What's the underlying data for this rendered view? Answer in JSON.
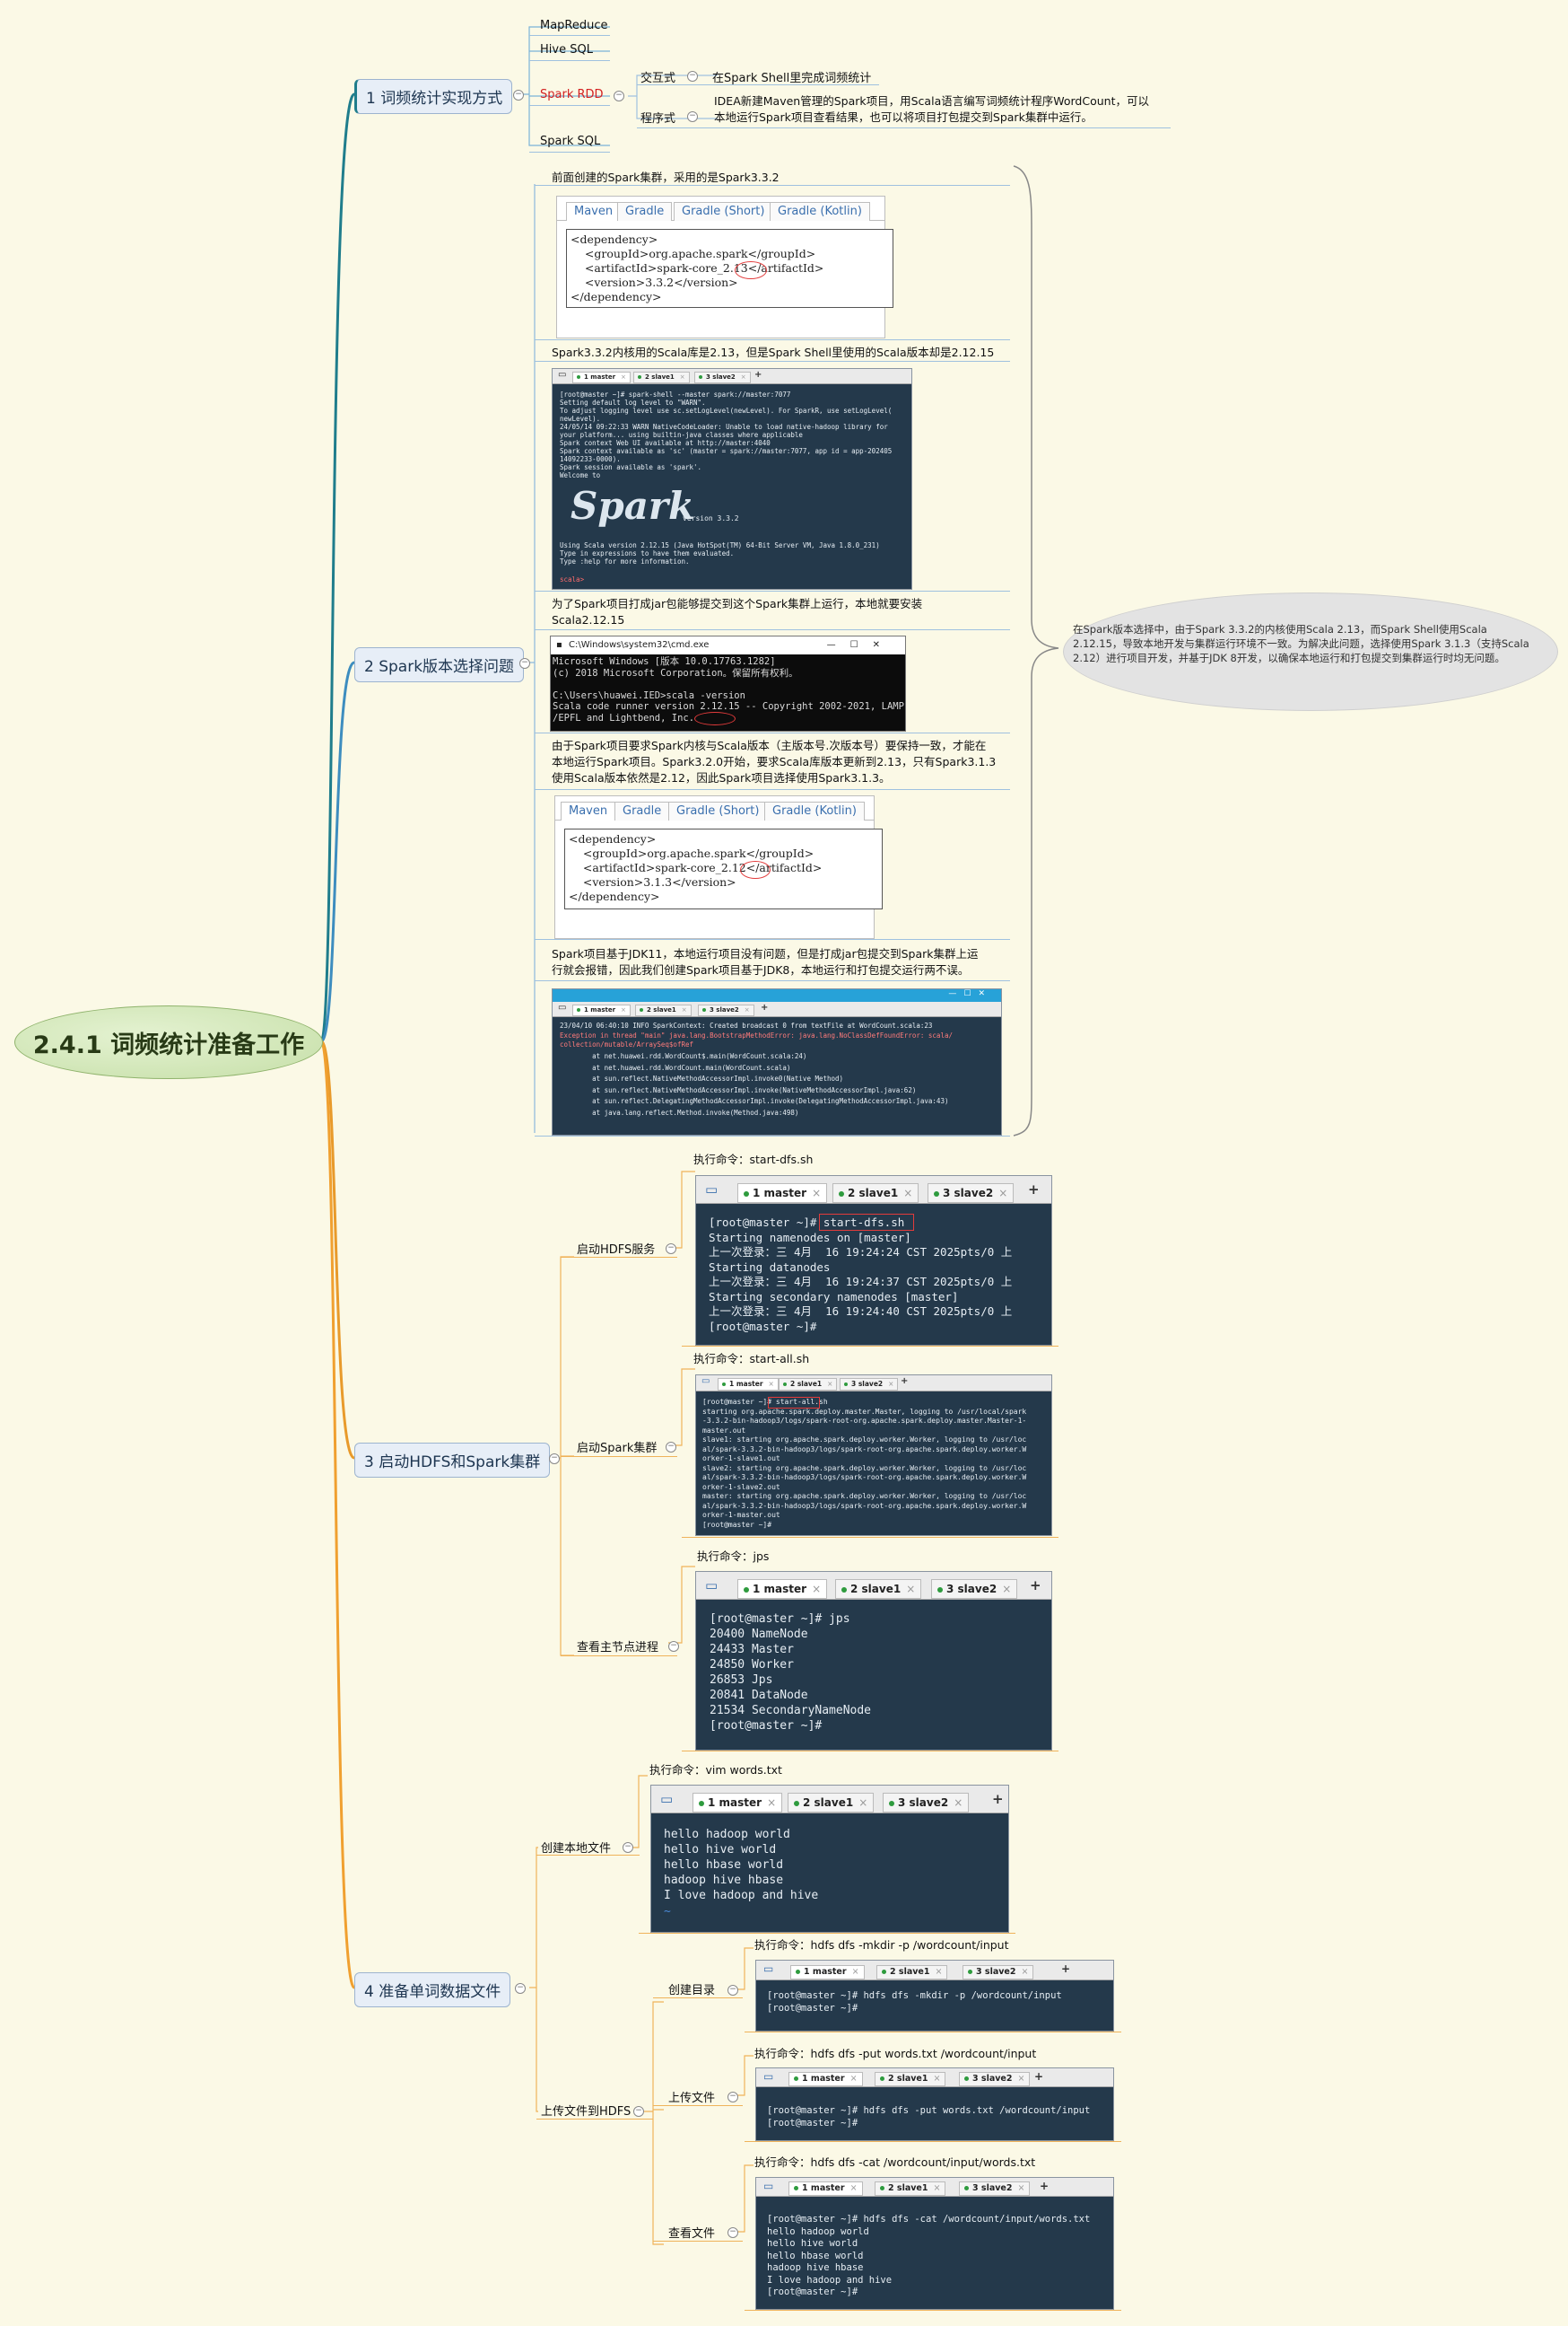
{
  "central": "2.4.1 词频统计准备工作",
  "branches": [
    {
      "id": "b1",
      "label": "1 词频统计实现方式"
    },
    {
      "id": "b2",
      "label": "2 Spark版本选择问题"
    },
    {
      "id": "b3",
      "label": "3 启动HDFS和Spark集群"
    },
    {
      "id": "b4",
      "label": "4 准备单词数据文件"
    }
  ],
  "b1": {
    "items": [
      "MapReduce",
      "Hive SQL",
      "Spark RDD",
      "Spark SQL"
    ],
    "rdd_sub": {
      "interactive": "交互式",
      "interactive_desc": "在Spark Shell里完成词频统计",
      "program": "程序式",
      "program_desc_1": "IDEA新建Maven管理的Spark项目，用Scala语言编写词频统计程序WordCount，可以",
      "program_desc_2": "本地运行Spark项目查看结果，也可以将项目打包提交到Spark集群中运行。"
    }
  },
  "b2": {
    "note1": "前面创建的Spark集群，采用的是Spark3.3.2",
    "note2": "Spark3.3.2内核用的Scala库是2.13，但是Spark Shell里使用的Scala版本却是2.12.15",
    "note3a": "为了Spark项目打成jar包能够提交到这个Spark集群上运行，本地就要安装",
    "note3b": "Scala2.12.15",
    "note4a": "由于Spark项目要求Spark内核与Scala版本（主版本号.次版本号）要保持一致，才能在",
    "note4b": "本地运行Spark项目。Spark3.2.0开始，要求Scala库版本更新到2.13，只有Spark3.1.3",
    "note4c": "使用Scala版本依然是2.12，因此Spark项目选择使用Spark3.1.3。",
    "note5a": "Spark项目基于JDK11，本地运行项目没有问题，但是打成jar包提交到Spark集群上运",
    "note5b": "行就会报错，因此我们创建Spark项目基于JDK8，本地运行和打包提交运行两不误。",
    "callout": "在Spark版本选择中，由于Spark 3.3.2的内核使用Scala 2.13，而Spark Shell使用Scala 2.12.15，导致本地开发与集群运行环境不一致。为解决此问题，选择使用Spark 3.1.3（支持Scala 2.12）进行项目开发，并基于JDK 8开发，以确保本地运行和打包提交到集群运行时均无问题。",
    "maven_tabs": [
      "Maven",
      "Gradle",
      "Gradle (Short)",
      "Gradle (Kotlin)"
    ],
    "dep1": "<dependency>\n    <groupId>org.apache.spark</groupId>\n    <artifactId>spark-core_2.13</artifactId>\n    <version>3.3.2</version>\n</dependency>",
    "dep2": "<dependency>\n    <groupId>org.apache.spark</groupId>\n    <artifactId>spark-core_2.12</artifactId>\n    <version>3.1.3</version>\n</dependency>",
    "shell_text": "[root@master ~]# spark-shell --master spark://master:7077\nSetting default log level to \"WARN\".\nTo adjust logging level use sc.setLogLevel(newLevel). For SparkR, use setLogLevel(\nnewLevel).\n24/05/14 09:22:33 WARN NativeCodeLoader: Unable to load native-hadoop library for\nyour platform... using builtin-java classes where applicable\nSpark context Web UI available at http://master:4040\nSpark context available as 'sc' (master = spark://master:7077, app id = app-202405\n14092233-0000).\nSpark session available as 'spark'.\nWelcome to",
    "shell_version": "version 3.3.2",
    "shell_text2": "Using Scala version 2.12.15 (Java HotSpot(TM) 64-Bit Server VM, Java 1.8.0_231)\nType in expressions to have them evaluated.\nType :help for more information.",
    "shell_prompt": "scala>",
    "cmd_title": "C:\\Windows\\system32\\cmd.exe",
    "cmd_text": "Microsoft Windows [版本 10.0.17763.1282]\n(c) 2018 Microsoft Corporation。保留所有权利。\n\nC:\\Users\\huawei.IED>scala -version\nScala code runner version 2.12.15 -- Copyright 2002-2021, LAMP\n/EPFL and Lightbend, Inc.",
    "err_text": "23/04/10 06:40:10 INFO SparkContext: Created broadcast 0 from textFile at WordCount.scala:23",
    "err_red": "Exception in thread \"main\" java.lang.BootstrapMethodError: java.lang.NoClassDefFoundError: scala/\ncollection/mutable/ArraySeq$ofRef",
    "err_stack": "        at net.huawei.rdd.WordCount$.main(WordCount.scala:24)\n        at net.huawei.rdd.WordCount.main(WordCount.scala)\n        at sun.reflect.NativeMethodAccessorImpl.invoke0(Native Method)\n        at sun.reflect.NativeMethodAccessorImpl.invoke(NativeMethodAccessorImpl.java:62)\n        at sun.reflect.DelegatingMethodAccessorImpl.invoke(DelegatingMethodAccessorImpl.java:43)\n        at java.lang.reflect.Method.invoke(Method.java:498)"
  },
  "terminal_tabs": [
    "1 master",
    "2 slave1",
    "3 slave2"
  ],
  "b3": {
    "hdfs_label": "启动HDFS服务",
    "hdfs_cmd": "执行命令：start-dfs.sh",
    "hdfs_out": "[root@master ~]# start-dfs.sh\nStarting namenodes on [master]\n上一次登录：三 4月  16 19:24:24 CST 2025pts/0 上\nStarting datanodes\n上一次登录：三 4月  16 19:24:37 CST 2025pts/0 上\nStarting secondary namenodes [master]\n上一次登录：三 4月  16 19:24:40 CST 2025pts/0 上\n[root@master ~]#",
    "spark_label": "启动Spark集群",
    "spark_cmd": "执行命令：start-all.sh",
    "spark_out": "[root@master ~]# start-all.sh\nstarting org.apache.spark.deploy.master.Master, logging to /usr/local/spark\n-3.3.2-bin-hadoop3/logs/spark-root-org.apache.spark.deploy.master.Master-1-\nmaster.out\nslave1: starting org.apache.spark.deploy.worker.Worker, logging to /usr/loc\nal/spark-3.3.2-bin-hadoop3/logs/spark-root-org.apache.spark.deploy.worker.W\norker-1-slave1.out\nslave2: starting org.apache.spark.deploy.worker.Worker, logging to /usr/loc\nal/spark-3.3.2-bin-hadoop3/logs/spark-root-org.apache.spark.deploy.worker.W\norker-1-slave2.out\nmaster: starting org.apache.spark.deploy.worker.Worker, logging to /usr/loc\nal/spark-3.3.2-bin-hadoop3/logs/spark-root-org.apache.spark.deploy.worker.W\norker-1-master.out\n[root@master ~]#",
    "jps_label": "查看主节点进程",
    "jps_cmd": "执行命令：jps",
    "jps_out": "[root@master ~]# jps\n20400 NameNode\n24433 Master\n24850 Worker\n26853 Jps\n20841 DataNode\n21534 SecondaryNameNode\n[root@master ~]#"
  },
  "b4": {
    "local_label": "创建本地文件",
    "vim_cmd": "执行命令：vim words.txt",
    "vim_out": "hello hadoop world\nhello hive world\nhello hbase world\nhadoop hive hbase\nI love hadoop and hive",
    "vim_tilde": "~",
    "upload_label": "上传文件到HDFS",
    "mkdir_label": "创建目录",
    "mkdir_cmd": "执行命令：hdfs dfs -mkdir -p /wordcount/input",
    "mkdir_out": "[root@master ~]# hdfs dfs -mkdir -p /wordcount/input\n[root@master ~]#",
    "put_label": "上传文件",
    "put_cmd": "执行命令：hdfs dfs -put words.txt /wordcount/input",
    "put_out": "[root@master ~]# hdfs dfs -put words.txt /wordcount/input\n[root@master ~]#",
    "cat_label": "查看文件",
    "cat_cmd": "执行命令：hdfs dfs -cat /wordcount/input/words.txt",
    "cat_out": "[root@master ~]# hdfs dfs -cat /wordcount/input/words.txt\nhello hadoop world\nhello hive world\nhello hbase world\nhadoop hive hbase\nI love hadoop and hive\n[root@master ~]#"
  },
  "colors": {
    "branch1": "#1f7d8c",
    "branch2": "#3d8dbf",
    "branch3": "#e89a2b",
    "branch4": "#f0a030",
    "terminal_bg": "#24394b"
  }
}
